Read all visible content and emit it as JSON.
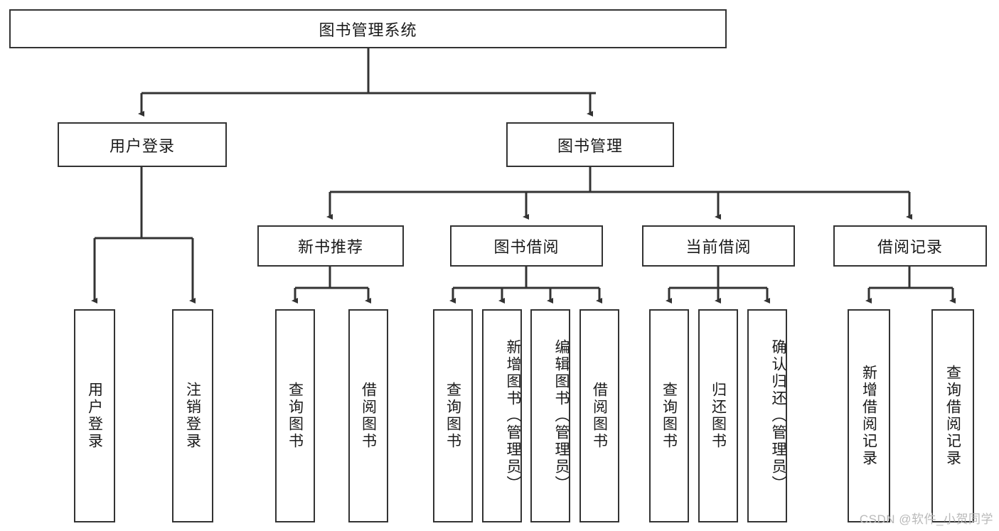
{
  "diagram": {
    "title": "图书管理系统",
    "watermark": "CSDN @软件_小贺同学",
    "colors": {
      "stroke": "#333333",
      "box_fill": "#ffffff",
      "text": "#1a1a1a",
      "watermark": "#b9b9b9",
      "background": "#ffffff"
    },
    "root": {
      "label": "图书管理系统"
    },
    "level2": [
      {
        "label": "用户登录"
      },
      {
        "label": "图书管理"
      }
    ],
    "level3": [
      {
        "label": "新书推荐"
      },
      {
        "label": "图书借阅"
      },
      {
        "label": "当前借阅"
      },
      {
        "label": "借阅记录"
      }
    ],
    "leaves": {
      "user_login": [
        {
          "label": "用户登录"
        },
        {
          "label": "注销登录"
        }
      ],
      "new_book": [
        {
          "label": "查询图书"
        },
        {
          "label": "借阅图书"
        }
      ],
      "book_borrow": [
        {
          "label": "查询图书"
        },
        {
          "label": "新增图书（管理员）"
        },
        {
          "label": "编辑图书（管理员）"
        },
        {
          "label": "借阅图书"
        }
      ],
      "current_borrow": [
        {
          "label": "查询图书"
        },
        {
          "label": "归还图书"
        },
        {
          "label": "确认归还（管理员）"
        }
      ],
      "borrow_record": [
        {
          "label": "新增借阅记录"
        },
        {
          "label": "查询借阅记录"
        }
      ]
    }
  }
}
